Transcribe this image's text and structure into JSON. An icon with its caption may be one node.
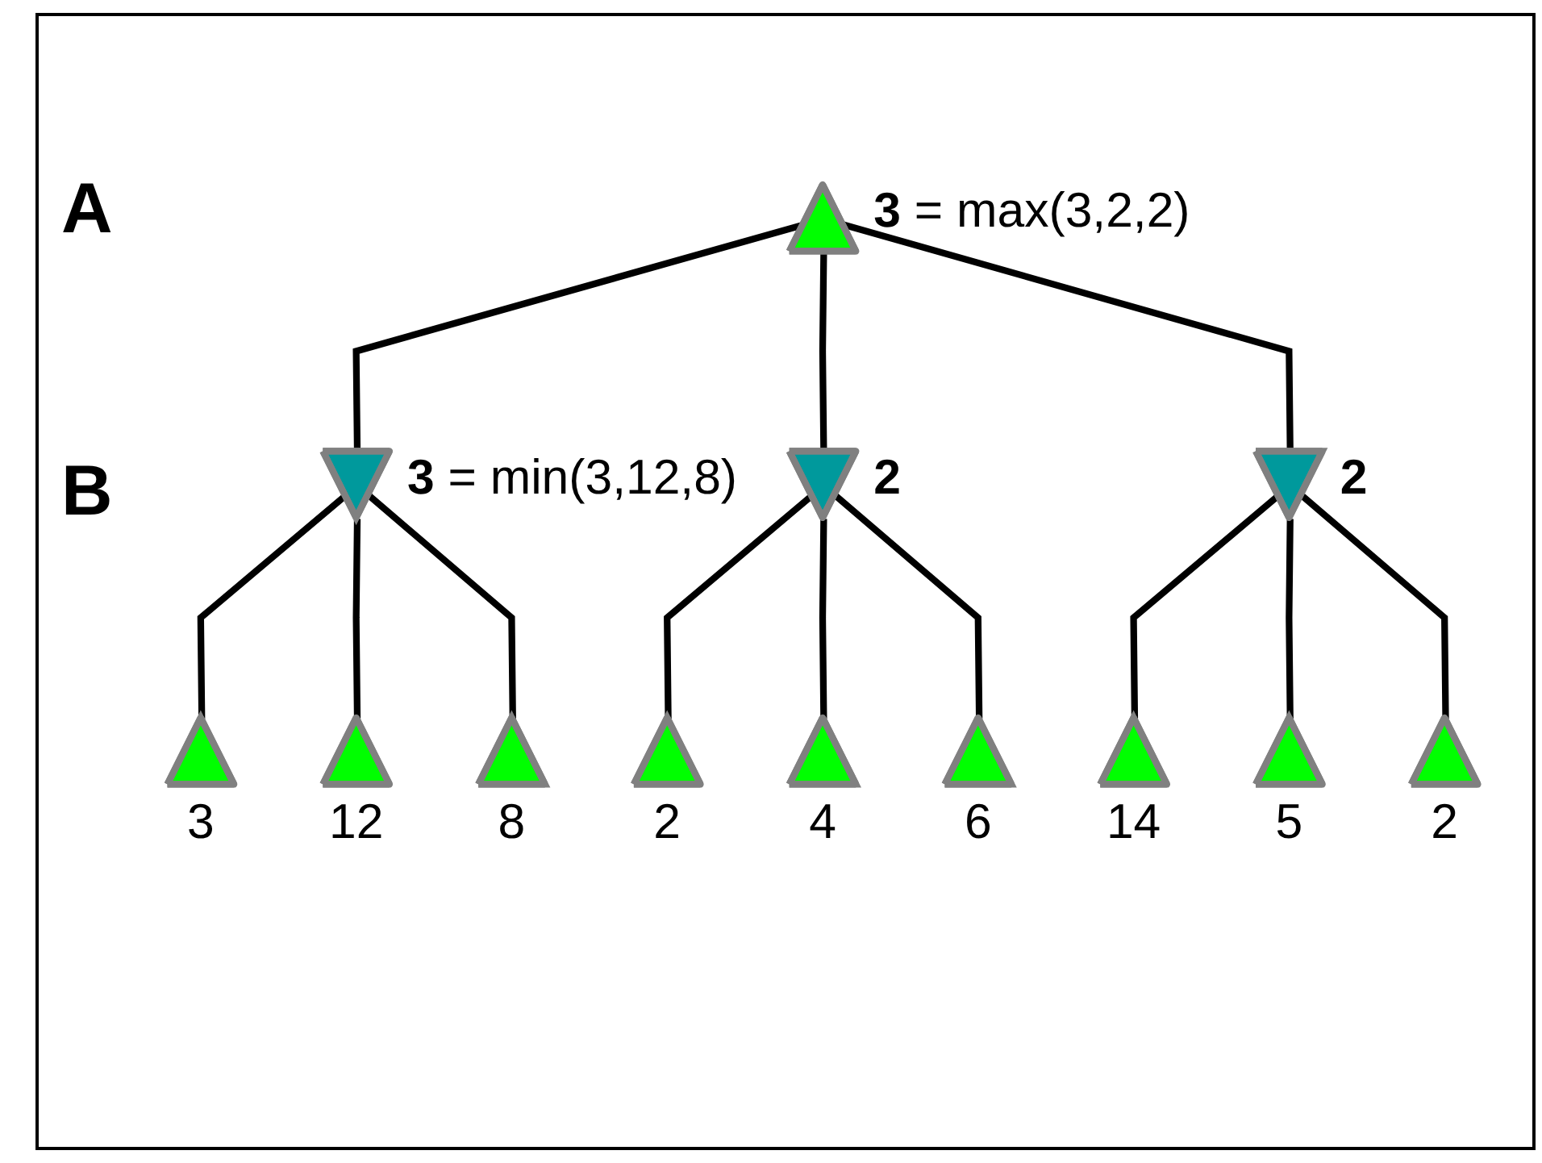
{
  "diagram": {
    "nodes": [
      {
        "text": [],
        "shape": "triangle",
        "beside": [
          "**3** = max(3,2,2)"
        ]
      },
      {
        "text": [],
        "shape": "triangle",
        "beside": [
          "**3** = min(3,12,8)"
        ]
      },
      {
        "text": [],
        "shape": "triangle",
        "beside": [
          "2"
        ]
      },
      {
        "text": [],
        "shape": "triangle",
        "beside": [
          "2"
        ]
      },
      {
        "text": [],
        "shape": "triangle",
        "beside": [
          "3"
        ]
      },
      {
        "text": [],
        "shape": "triangle",
        "beside": [
          "12"
        ]
      },
      {
        "text": [],
        "shape": "triangle",
        "beside": [
          "8"
        ]
      },
      {
        "text": [],
        "shape": "triangle",
        "beside": [
          "2"
        ]
      },
      {
        "text": [],
        "shape": "triangle",
        "beside": [
          "4"
        ]
      },
      {
        "text": [],
        "shape": "triangle",
        "beside": [
          "6"
        ]
      },
      {
        "text": [],
        "shape": "triangle",
        "beside": [
          "14"
        ]
      },
      {
        "text": [],
        "shape": "triangle",
        "beside": [
          "5"
        ]
      },
      {
        "text": [],
        "shape": "triangle",
        "beside": [
          "2"
        ]
      }
    ],
    "edges": [
      {
        "from": 0,
        "to": 1,
        "arrow": "none"
      },
      {
        "from": 0,
        "to": 2,
        "arrow": "none"
      },
      {
        "from": 0,
        "to": 3,
        "arrow": "none"
      },
      {
        "from": 1,
        "to": 4,
        "arrow": "none"
      },
      {
        "from": 1,
        "to": 5,
        "arrow": "none"
      },
      {
        "from": 1,
        "to": 6,
        "arrow": "none"
      },
      {
        "from": 2,
        "to": 7,
        "arrow": "none"
      },
      {
        "from": 2,
        "to": 8,
        "arrow": "none"
      },
      {
        "from": 2,
        "to": 9,
        "arrow": "none"
      },
      {
        "from": 3,
        "to": 10,
        "arrow": "none"
      },
      {
        "from": 3,
        "to": 11,
        "arrow": "none"
      },
      {
        "from": 3,
        "to": 12,
        "arrow": "none"
      }
    ],
    "labels": [
      "A",
      "B"
    ]
  }
}
